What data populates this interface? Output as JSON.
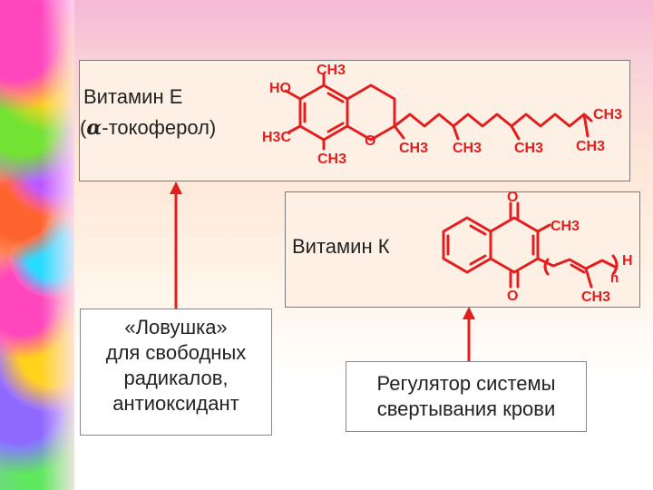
{
  "vitamin_e": {
    "name": "Витамин Е",
    "alt_name_prefix": "(",
    "alt_name_suffix": "-токоферол)",
    "alpha_symbol": "α",
    "structure_labels": {
      "ho": "HO",
      "ch3_top": "CH3",
      "h3c": "H3C",
      "ch3_bottom": "CH3",
      "o_ring": "O",
      "ch3_chain_1": "CH3",
      "ch3_chain_2": "CH3",
      "ch3_chain_3": "CH3",
      "ch3_chain_4": "CH3",
      "ch3_end": "CH3"
    }
  },
  "vitamin_k": {
    "name": "Витамин К",
    "structure_labels": {
      "o_top": "O",
      "o_bottom": "O",
      "ch3_ring": "CH3",
      "ch3_chain": "CH3",
      "n": "n",
      "h": "H"
    }
  },
  "notes": {
    "trap": [
      "«Ловушка»",
      "для свободных",
      "радикалов,",
      "антиоксидант"
    ],
    "regulator": [
      "Регулятор системы",
      "свертывания крови"
    ]
  },
  "colors": {
    "structure": "#e21e1e",
    "text": "#222222",
    "box_fill": "#fff0e6"
  }
}
